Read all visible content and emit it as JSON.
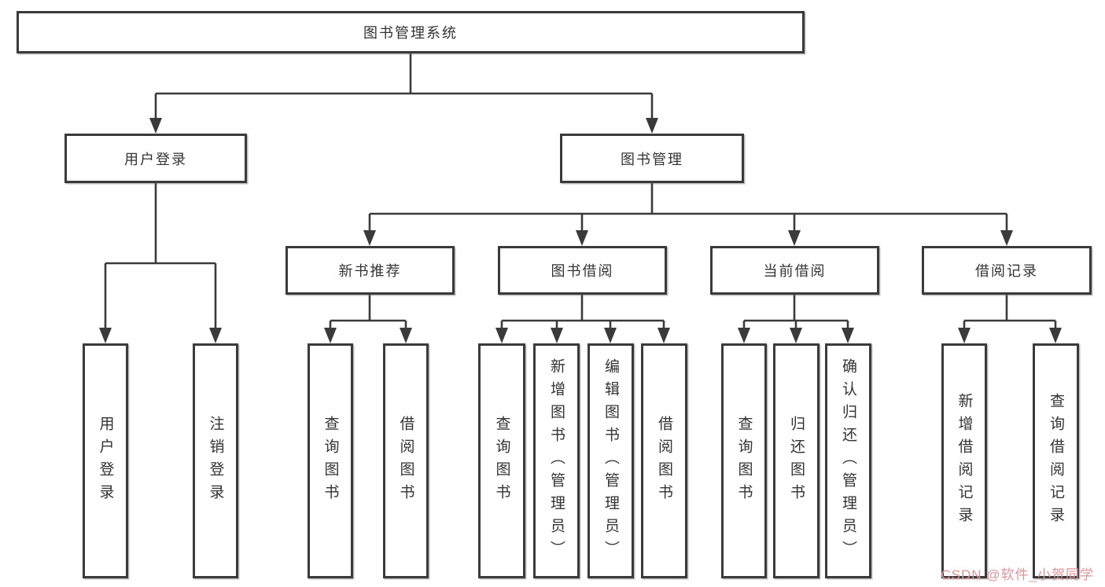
{
  "diagram": {
    "line_color": "#3a3a3a",
    "box_border_color": "#3a3a3a",
    "root": {
      "label": "图书管理系统"
    },
    "level2": [
      {
        "label": "用户登录"
      },
      {
        "label": "图书管理"
      }
    ],
    "level3": [
      {
        "label": "新书推荐"
      },
      {
        "label": "图书借阅"
      },
      {
        "label": "当前借阅"
      },
      {
        "label": "借阅记录"
      }
    ],
    "leaves": {
      "login": [
        {
          "label": "用户登录"
        },
        {
          "label": "注销登录"
        }
      ],
      "newbook": [
        {
          "label": "查询图书"
        },
        {
          "label": "借阅图书"
        }
      ],
      "borrow": [
        {
          "label": "查询图书"
        },
        {
          "label": "新增图书（管理员）"
        },
        {
          "label": "编辑图书（管理员）"
        },
        {
          "label": "借阅图书"
        }
      ],
      "current": [
        {
          "label": "查询图书"
        },
        {
          "label": "归还图书"
        },
        {
          "label": "确认归还（管理员）"
        }
      ],
      "records": [
        {
          "label": "新增借阅记录"
        },
        {
          "label": "查询借阅记录"
        }
      ]
    }
  },
  "watermark": {
    "text": "CSDN @软件_小贺同学",
    "color": "#e09398"
  }
}
